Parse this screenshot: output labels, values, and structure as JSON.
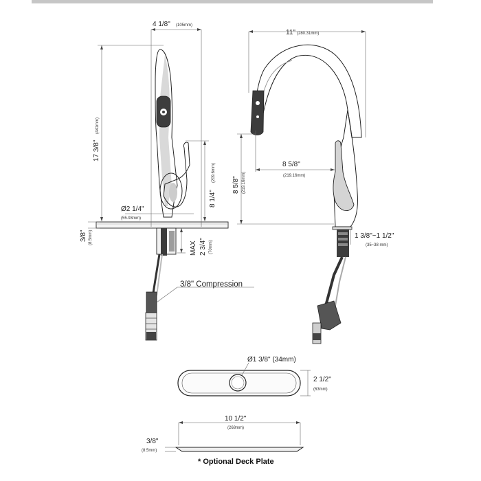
{
  "left_view": {
    "width_label": "4 1/8\"",
    "width_mm": "(105mm)",
    "height_label": "17 3/8\"",
    "height_mm": "(441mm)",
    "spout_label": "8 1/4\"",
    "spout_mm": "(209.6mm)",
    "base_dia_label": "Ø2 1/4\"",
    "base_dia_mm": "(55.93mm)",
    "plate_thk_label": "3/8\"",
    "plate_thk_mm": "(8.5mm)",
    "max_label": "MAX",
    "max_value": "2 3/4\"",
    "max_mm": "(70mm)",
    "compression_label": "3/8\" Compression"
  },
  "right_view": {
    "reach_label": "11\"",
    "reach_mm": "(280.31mm)",
    "handle_height_label": "8 5/8\"",
    "handle_height_mm": "(219.16mm)",
    "side_height_label": "8 5/8\"",
    "side_height_mm": "(219.16mm)",
    "deck_range_label": "1 3/8\"~1 1/2\"",
    "deck_range_mm": "(35~38 mm)"
  },
  "deck_plate": {
    "hole_label": "Ø1 3/8\" (34mm)",
    "height_label": "2 1/2\"",
    "height_mm": "(63mm)",
    "length_label": "10 1/2\"",
    "length_mm": "(268mm)",
    "side_thk_label": "3/8\"",
    "side_thk_mm": "(8.5mm)",
    "note": "* Optional Deck Plate"
  }
}
